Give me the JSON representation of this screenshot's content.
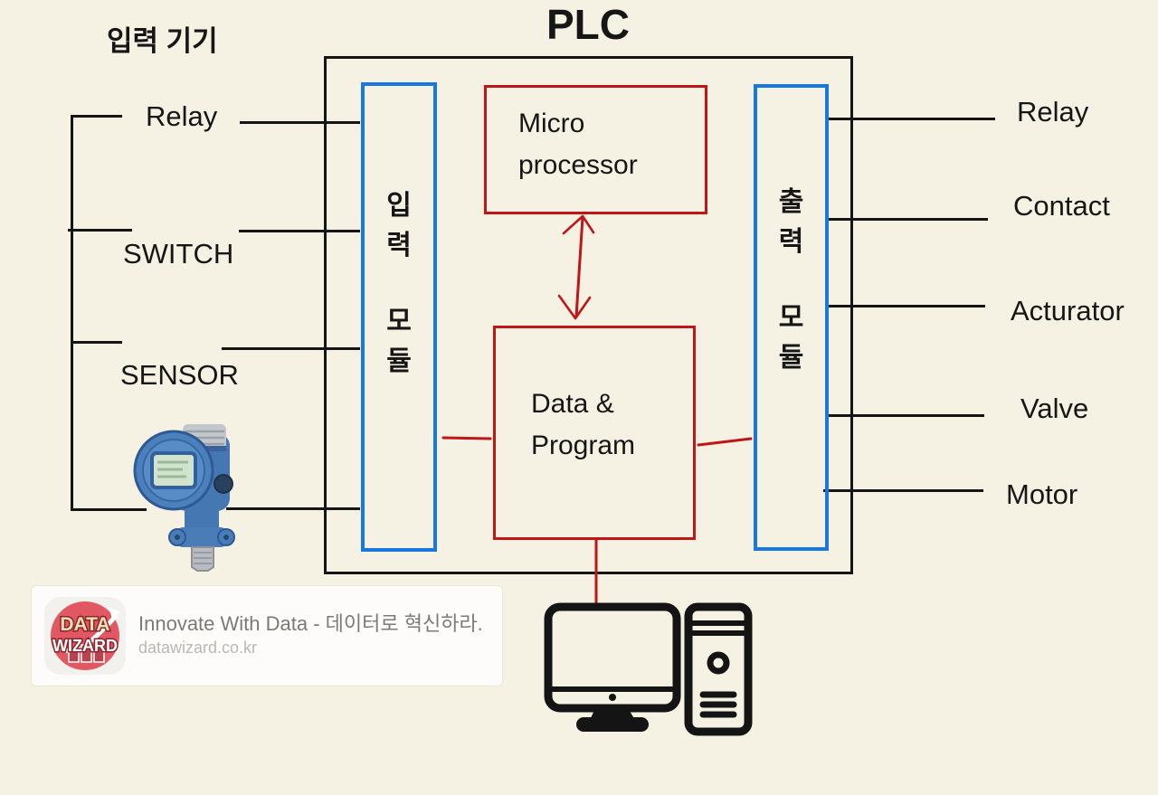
{
  "titles": {
    "input_devices": "입력 기기",
    "plc": "PLC"
  },
  "plc_internals": {
    "input_module": {
      "label": "입력 모듈",
      "chars": [
        "입",
        "력",
        "모",
        "듈"
      ]
    },
    "output_module": {
      "label": "출력 모듈",
      "chars": [
        "출",
        "력",
        "모",
        "듈"
      ]
    },
    "microprocessor": {
      "line1": "Micro",
      "line2": "processor"
    },
    "data_program": {
      "line1": "Data &",
      "line2": "Program"
    }
  },
  "devices": {
    "input": [
      "Relay",
      "SWITCH",
      "SENSOR"
    ],
    "output": [
      "Relay",
      "Contact",
      "Acturator",
      "Valve",
      "Motor"
    ]
  },
  "icons": {
    "sensor": "pressure-transmitter-photo",
    "computer": "desktop-computer-icon",
    "logo": "data-wizard-logo"
  },
  "watermark": {
    "logo_line1": "DATA",
    "logo_line2": "WIZARD",
    "slogan": "Innovate With Data - 데이터로 혁신하라.",
    "url": "datawizard.co.kr"
  },
  "colors": {
    "background": "#F5F2E3",
    "line": "#151515",
    "module_blue": "#1878DF",
    "accent_red": "#C11518",
    "watermark_bg": "#FDFCFA",
    "logo_red": "#E15862"
  }
}
